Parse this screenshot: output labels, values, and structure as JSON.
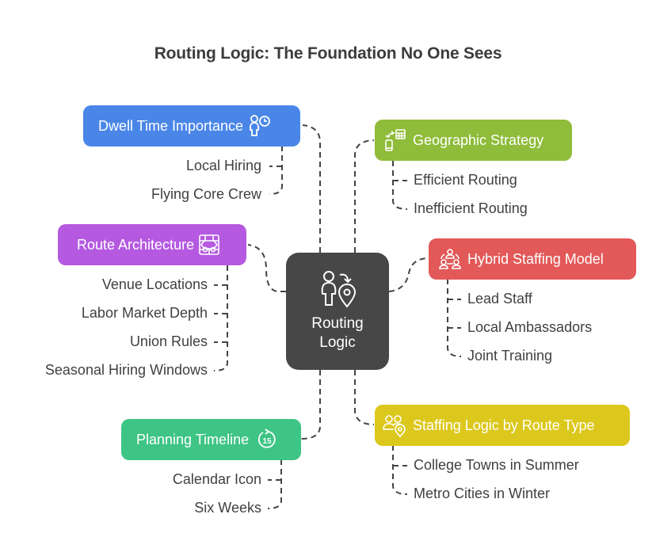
{
  "title": "Routing Logic: The Foundation No One Sees",
  "center": {
    "label_line1": "Routing",
    "label_line2": "Logic",
    "icon": "person-route-pin-icon"
  },
  "branches": {
    "dwell": {
      "label": "Dwell Time Importance",
      "icon": "person-clock-icon",
      "color": "#4a86e8",
      "items": [
        "Local Hiring",
        "Flying Core Crew"
      ]
    },
    "route_arch": {
      "label": "Route Architecture",
      "icon": "flowchart-icon",
      "color": "#b55ae0",
      "items": [
        "Venue Locations",
        "Labor Market Depth",
        "Union Rules",
        "Seasonal Hiring Windows"
      ]
    },
    "planning": {
      "label": "Planning Timeline",
      "icon": "timer-15-icon",
      "color": "#3ec484",
      "items": [
        "Calendar Icon",
        "Six Weeks"
      ]
    },
    "geo": {
      "label": "Geographic Strategy",
      "icon": "phone-calculator-icon",
      "color": "#8fbc3a",
      "items": [
        "Efficient Routing",
        "Inefficient Routing"
      ]
    },
    "hybrid": {
      "label": "Hybrid Staffing Model",
      "icon": "team-network-icon",
      "color": "#e35858",
      "items": [
        "Lead Staff",
        "Local Ambassadors",
        "Joint Training"
      ]
    },
    "staffing": {
      "label": "Staffing Logic by Route Type",
      "icon": "people-location-icon",
      "color": "#dcc81c",
      "items": [
        "College Towns in Summer",
        "Metro Cities in Winter"
      ]
    }
  }
}
